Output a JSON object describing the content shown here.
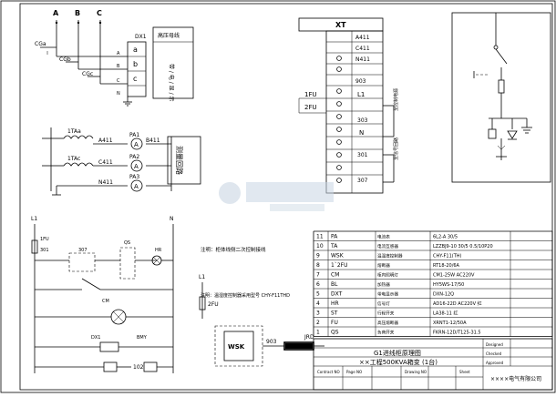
{
  "bus_labels": [
    "A",
    "B",
    "C"
  ],
  "breakers": [
    "CGa",
    "CGb",
    "CGc"
  ],
  "dx1": {
    "title": "DX1",
    "terminals": [
      "a",
      "b",
      "c"
    ],
    "wire_labels": [
      "A",
      "B",
      "C",
      "N"
    ],
    "side_box": "高压母线",
    "side_box_sub": "带 / 电 / 显 / 示"
  },
  "ct_labels": [
    "1TAa",
    "1TAc"
  ],
  "ct_wires": [
    "A411",
    "B411",
    "C411",
    "N411"
  ],
  "meters": [
    "PA1",
    "PA2",
    "PA3"
  ],
  "meter_symbol": "A",
  "measure_box": "测量回路",
  "xt": {
    "title": "XT",
    "rows_top": [
      "A411",
      "C411",
      "N411"
    ],
    "code_903": "903",
    "fu_labels": [
      "1FU",
      "2FU"
    ],
    "l1": "L1",
    "codes": [
      "303",
      "N",
      "301",
      "307"
    ],
    "side_note_1": "至控制电源",
    "side_note_2": "至信号回路"
  },
  "control": {
    "l1": "L1",
    "n": "N",
    "fu": "1FU",
    "q_labels": [
      "301",
      "307",
      "QS"
    ],
    "hr": "HR",
    "cm": "CM",
    "dx1": "DX1",
    "bmy": "BMY",
    "code_102": "102",
    "note": "注明：柜体线侧二次控制接线"
  },
  "wsk": {
    "l1": "L1",
    "fu": "2FU",
    "label": "WSK",
    "wire": "903",
    "jrd": "JRD",
    "note": "注明：温湿度控制器采用型号 CHY-F11THD"
  },
  "bom": [
    {
      "no": "11",
      "code": "PA",
      "name": "电流表",
      "spec": "6L2-A 30/5"
    },
    {
      "no": "10",
      "code": "TA",
      "name": "电流互感器",
      "spec": "LZZBJ9-10 30/5 0.5/10P20"
    },
    {
      "no": "9",
      "code": "WSK",
      "name": "温湿度控制器",
      "spec": "CHY-F11(TH)"
    },
    {
      "no": "8",
      "code": "1`2FU",
      "name": "熔断器",
      "spec": "RT18-20/6A"
    },
    {
      "no": "7",
      "code": "CM",
      "name": "柜内照明灯",
      "spec": "CM1-25W AC220V"
    },
    {
      "no": "6",
      "code": "BL",
      "name": "加热器",
      "spec": "HY5WS-17/50"
    },
    {
      "no": "5",
      "code": "DXT",
      "name": "带电显示器",
      "spec": "DXN-12Q"
    },
    {
      "no": "4",
      "code": "HR",
      "name": "信号灯",
      "spec": "AD16-22D AC220V 红"
    },
    {
      "no": "3",
      "code": "ST",
      "name": "行程开关",
      "spec": "LA38-11 红"
    },
    {
      "no": "2",
      "code": "FU",
      "name": "高压熔断器",
      "spec": "XRNT1-12/50A"
    },
    {
      "no": "1",
      "code": "QS",
      "name": "负荷开关",
      "spec": "FKRN-12D/T125-31.5"
    }
  ],
  "title_block": {
    "drawing_title": "G1进线柜原理图",
    "project": "××工程500KVA箱变 (1台)",
    "company": "××××电气有限公司",
    "row_labels": [
      "Contract NO",
      "Page NO",
      "Drawing NO",
      "Sheet"
    ],
    "right_labels": [
      "Designed",
      "Checked",
      "Approved"
    ]
  }
}
